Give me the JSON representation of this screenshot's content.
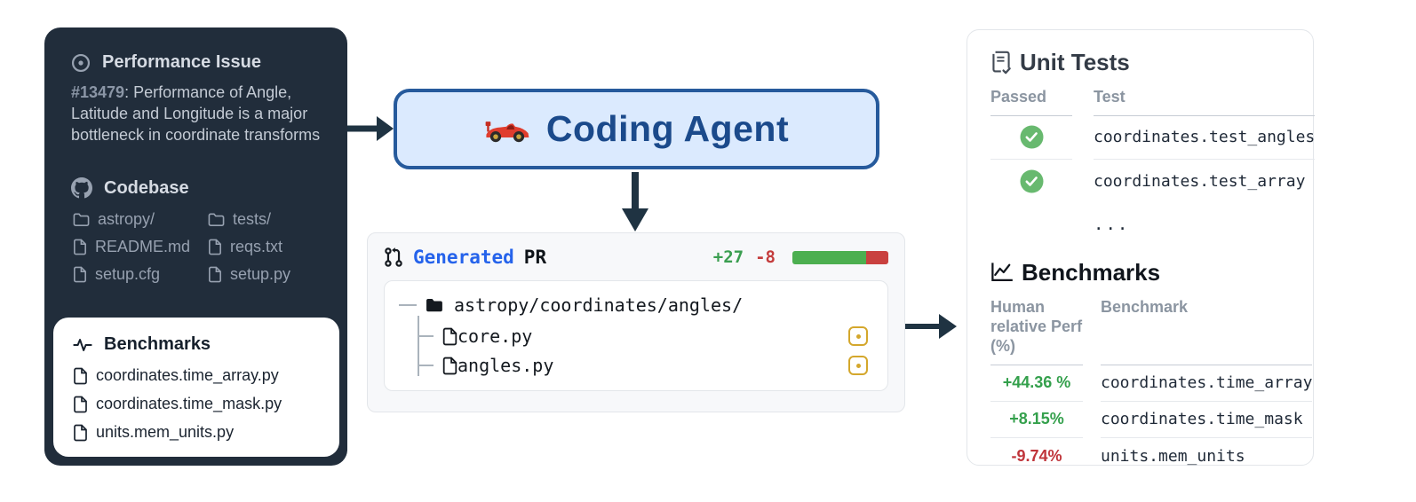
{
  "left_panel": {
    "issue": {
      "title": "Performance Issue",
      "number": "#13479",
      "description": ": Performance of Angle, Latitude and Longitude is a major bottleneck in coordinate transforms"
    },
    "codebase": {
      "title": "Codebase",
      "items": [
        {
          "name": "astropy/",
          "type": "folder"
        },
        {
          "name": "tests/",
          "type": "folder"
        },
        {
          "name": "README.md",
          "type": "file"
        },
        {
          "name": "reqs.txt",
          "type": "file"
        },
        {
          "name": "setup.cfg",
          "type": "file"
        },
        {
          "name": "setup.py",
          "type": "file"
        }
      ]
    },
    "benchmarks_card": {
      "title": "Benchmarks",
      "files": [
        {
          "name": "coordinates.time_array.py"
        },
        {
          "name": "coordinates.time_mask.py"
        },
        {
          "name": "units.mem_units.py"
        }
      ]
    }
  },
  "agent_box": {
    "label": "Coding Agent",
    "icon": "racing-car"
  },
  "pr_card": {
    "title_highlight": "Generated",
    "title_rest": "PR",
    "additions": "+27",
    "deletions": "-8",
    "diff_bar": {
      "green_style": "width:77%",
      "green_pct": 77,
      "red_pct": 23
    },
    "tree": {
      "folder": "astropy/coordinates/angles/",
      "files": [
        {
          "name": "core.py",
          "status": "modified"
        },
        {
          "name": "angles.py",
          "status": "modified"
        }
      ]
    }
  },
  "right_panel": {
    "unit_tests": {
      "title": "Unit Tests",
      "columns": {
        "passed": "Passed",
        "test": "Test"
      },
      "rows": [
        {
          "passed": "yes",
          "test": "coordinates.test_angles"
        },
        {
          "passed": "yes",
          "test": "coordinates.test_array"
        },
        {
          "passed": "",
          "test": "..."
        }
      ]
    },
    "benchmarks": {
      "title": "Benchmarks",
      "columns": {
        "perf": "Human relative Perf (%)",
        "benchmark": "Benchmark"
      },
      "rows": [
        {
          "perf": "+44.36 %",
          "direction": "up",
          "benchmark": "coordinates.time_array"
        },
        {
          "perf": "+8.15%",
          "direction": "up",
          "benchmark": "coordinates.time_mask"
        },
        {
          "perf": "-9.74%",
          "direction": "down",
          "benchmark": "units.mem_units"
        }
      ]
    }
  },
  "colors": {
    "dark_navy": "#212d3b",
    "arrow": "#1f3342",
    "agent_bg": "#dbeafe",
    "agent_border": "#265a9c",
    "agent_text": "#1b4a8b",
    "link_blue": "#2563eb",
    "green": "#34a04c",
    "red": "#c0353b",
    "diff_green": "#4caf50",
    "diff_red": "#c9413f",
    "gold_modified": "#d4a72c",
    "check_circle": "#68b96f"
  }
}
